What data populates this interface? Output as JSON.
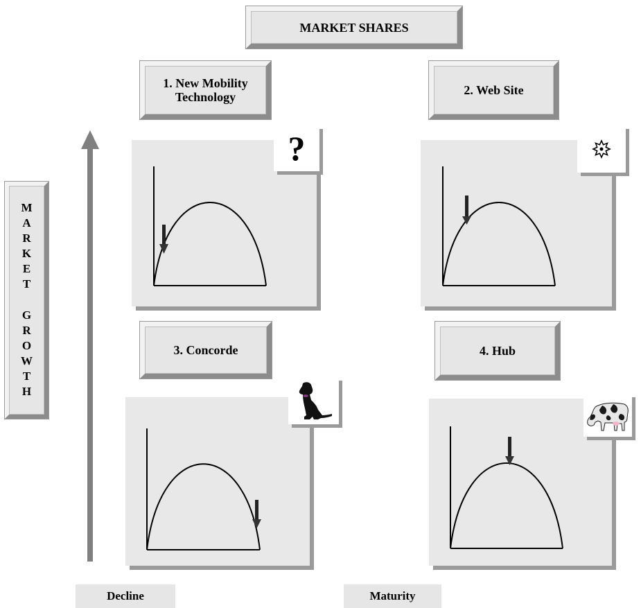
{
  "header": {
    "title": "MARKET SHARES"
  },
  "axis": {
    "vertical_letters": [
      "M",
      "A",
      "R",
      "K",
      "E",
      "T",
      "G",
      "R",
      "O",
      "W",
      "T",
      "H"
    ],
    "foot_left": "Decline",
    "foot_right": "Maturity"
  },
  "quadrants": [
    {
      "label_line1": "1. New Mobility",
      "label_line2": "Technology",
      "icon": "question-mark-icon",
      "icon_text": "?"
    },
    {
      "label": "2. Web Site",
      "icon": "star-icon"
    },
    {
      "label": "3. Concorde",
      "icon": "dog-icon"
    },
    {
      "label": "4. Hub",
      "icon": "cow-icon"
    }
  ],
  "colors": {
    "panel": "#e8e8e8",
    "shadow": "#9a9a9a",
    "arrow": "#808080"
  }
}
